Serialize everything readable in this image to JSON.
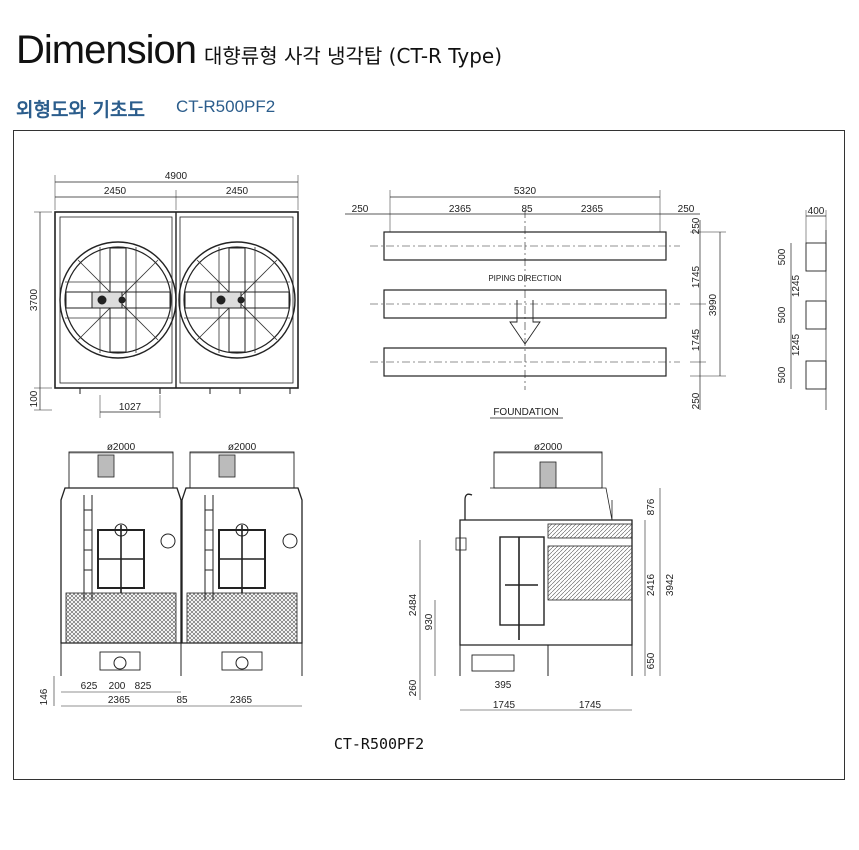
{
  "header": {
    "title": "Dimension",
    "subtitle": "대향류형 사각 냉각탑 (CT-R Type)"
  },
  "section": {
    "title": "외형도와 기초도",
    "model": "CT-R500PF2"
  },
  "drawing": {
    "model_label": "CT-R500PF2",
    "top_view": {
      "overall_width": "4900",
      "half_left": "2450",
      "half_right": "2450",
      "height": "3700",
      "base": "100",
      "offset": "1027"
    },
    "foundation_plan": {
      "overall": "5320",
      "edge_left": "250",
      "span_left": "2365",
      "center": "85",
      "span_right": "2365",
      "edge_right": "250",
      "piping_label": "PIPING DIRECTION",
      "foundation_label": "FOUNDATION",
      "right_top": "250",
      "right_mid1": "1745",
      "right_total": "3990",
      "right_mid2": "1745",
      "right_bottom": "250"
    },
    "foundation_detail": {
      "width": "400",
      "pad1": "500",
      "gap1": "1245",
      "pad2": "500",
      "gap2": "1245",
      "pad3": "500"
    },
    "front_view": {
      "diameter_left": "ø2000",
      "diameter_right": "ø2000",
      "dim_a": "625",
      "dim_b": "200",
      "dim_c": "825",
      "base_height": "146",
      "width_left": "2365",
      "gap": "85",
      "width_right": "2365"
    },
    "side_view": {
      "diameter": "ø2000",
      "top": "876",
      "fill": "2416",
      "total": "3942",
      "leg": "650",
      "inlet": "2484",
      "outlet": "930",
      "bottom": "260",
      "pipe": "395",
      "width_left": "1745",
      "width_right": "1745"
    }
  }
}
